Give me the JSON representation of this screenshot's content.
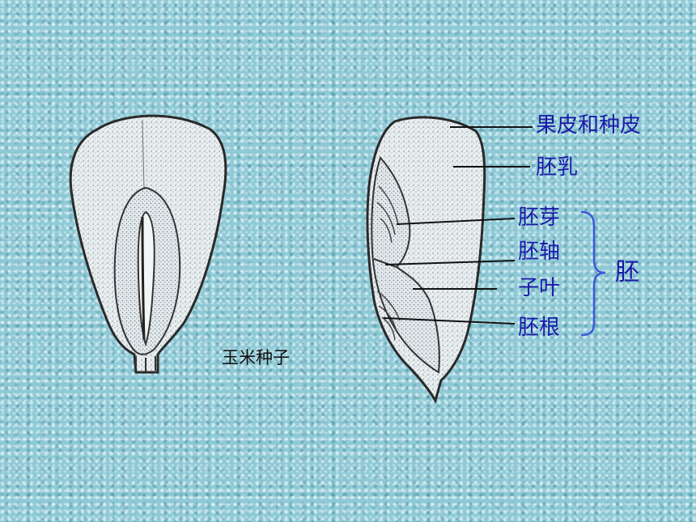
{
  "caption": "玉米种子",
  "labels": {
    "pericarp_seed_coat": "果皮和种皮",
    "endosperm": "胚乳",
    "plumule": "胚芽",
    "hypocotyl": "胚轴",
    "cotyledon": "子叶",
    "radicle": "胚根",
    "embryo": "胚"
  },
  "colors": {
    "background": "#8ec9d6",
    "label_text": "#1a1aa8",
    "bracket": "#3a5ad8",
    "outline": "#2a2a2a"
  }
}
